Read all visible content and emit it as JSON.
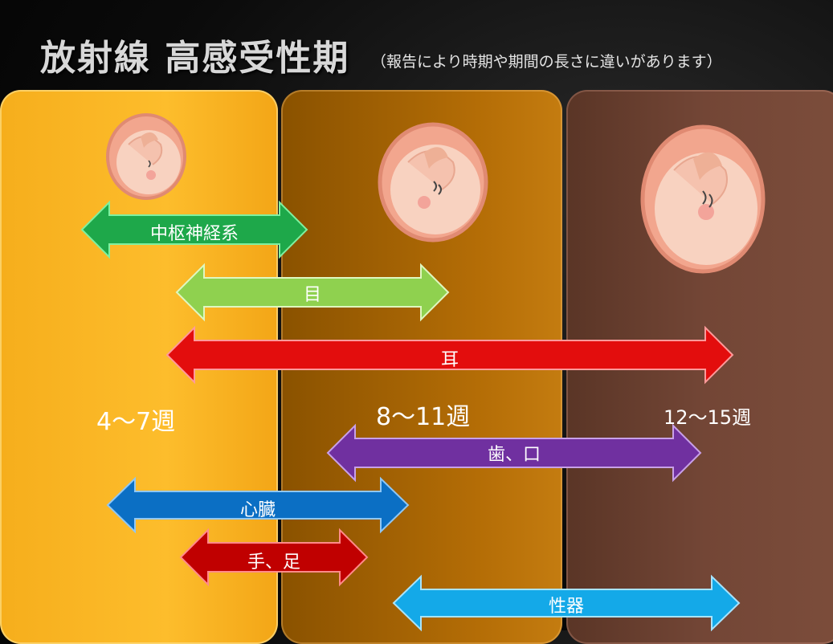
{
  "title": "放射線 高感受性期",
  "subtitle": "（報告により時期や期間の長さに違いがあります）",
  "weeks": {
    "w1": "4〜7週",
    "w2": "8〜11週",
    "w3": "12〜15週"
  },
  "arrows": [
    {
      "label": "中枢神経系",
      "color": "#1ea84a"
    },
    {
      "label": "目",
      "color": "#8fd14f"
    },
    {
      "label": "耳",
      "color": "#e30d0d"
    },
    {
      "label": "歯、口",
      "color": "#7030a0"
    },
    {
      "label": "心臓",
      "color": "#0b6fc4"
    },
    {
      "label": "手、足",
      "color": "#c00000"
    },
    {
      "label": "性器",
      "color": "#14a9e8"
    }
  ]
}
